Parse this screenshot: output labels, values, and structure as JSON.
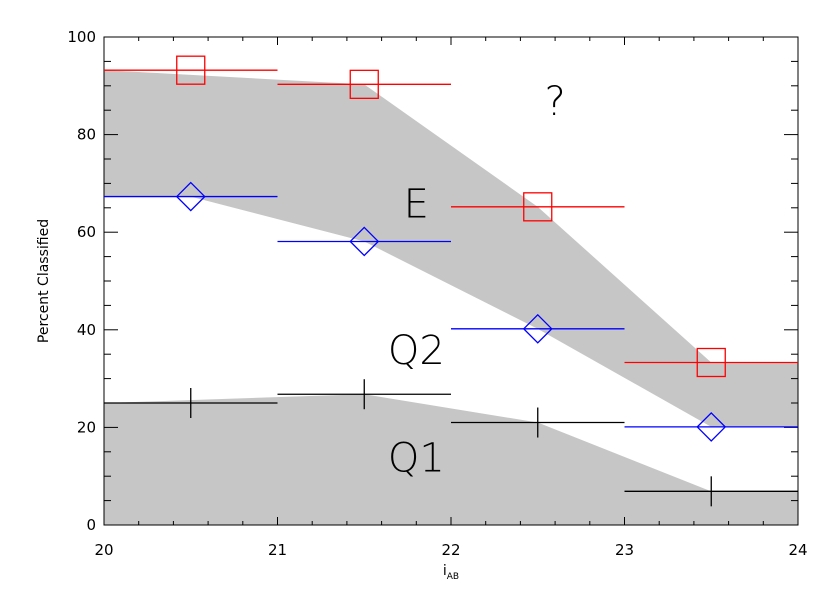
{
  "chart_data": {
    "type": "scatter",
    "xlabel": "i",
    "xlabel_subscript": "AB",
    "ylabel": "Percent Classified",
    "xlim": [
      20,
      24
    ],
    "ylim": [
      0,
      100
    ],
    "x_ticks": [
      "20",
      "21",
      "22",
      "23",
      "24"
    ],
    "y_ticks": [
      "0",
      "20",
      "40",
      "60",
      "80",
      "100"
    ],
    "grid": false,
    "x_bins": [
      [
        20,
        21
      ],
      [
        21,
        22
      ],
      [
        22,
        23
      ],
      [
        23,
        24
      ]
    ],
    "x": [
      20.5,
      21.5,
      22.5,
      23.5
    ],
    "series": [
      {
        "color": "#ff0000",
        "marker": "square",
        "values": [
          93.2,
          90.3,
          65.2,
          33.3
        ]
      },
      {
        "color": "#0000ff",
        "marker": "diamond",
        "values": [
          67.3,
          58.1,
          40.2,
          20.1
        ]
      },
      {
        "color": "#000000",
        "marker": "plus",
        "values": [
          25.0,
          26.8,
          21.0,
          6.9
        ]
      }
    ],
    "bands": [
      {
        "color": "#c6c6c6",
        "upper": [
          [
            20,
            93.2
          ],
          [
            21.5,
            90.3
          ],
          [
            22.5,
            65.2
          ],
          [
            23.5,
            33.3
          ],
          [
            24,
            33.3
          ]
        ],
        "lower": [
          [
            20,
            67.3
          ],
          [
            20.5,
            67.3
          ],
          [
            21.5,
            58.1
          ],
          [
            22.5,
            40.2
          ],
          [
            23.5,
            20.1
          ],
          [
            24,
            20.1
          ]
        ]
      },
      {
        "color": "#c6c6c6",
        "upper": [
          [
            20,
            25.0
          ],
          [
            21.5,
            26.8
          ],
          [
            22.5,
            21.0
          ],
          [
            23.5,
            6.9
          ],
          [
            24,
            6.9
          ]
        ],
        "lower": [
          [
            20,
            0
          ],
          [
            24,
            0
          ]
        ]
      }
    ],
    "region_labels": [
      {
        "text": "?",
        "x": 22.6,
        "y": 84
      },
      {
        "text": "E",
        "x": 21.8,
        "y": 63
      },
      {
        "text": "Q2",
        "x": 21.8,
        "y": 33
      },
      {
        "text": "Q1",
        "x": 21.8,
        "y": 11
      }
    ]
  }
}
